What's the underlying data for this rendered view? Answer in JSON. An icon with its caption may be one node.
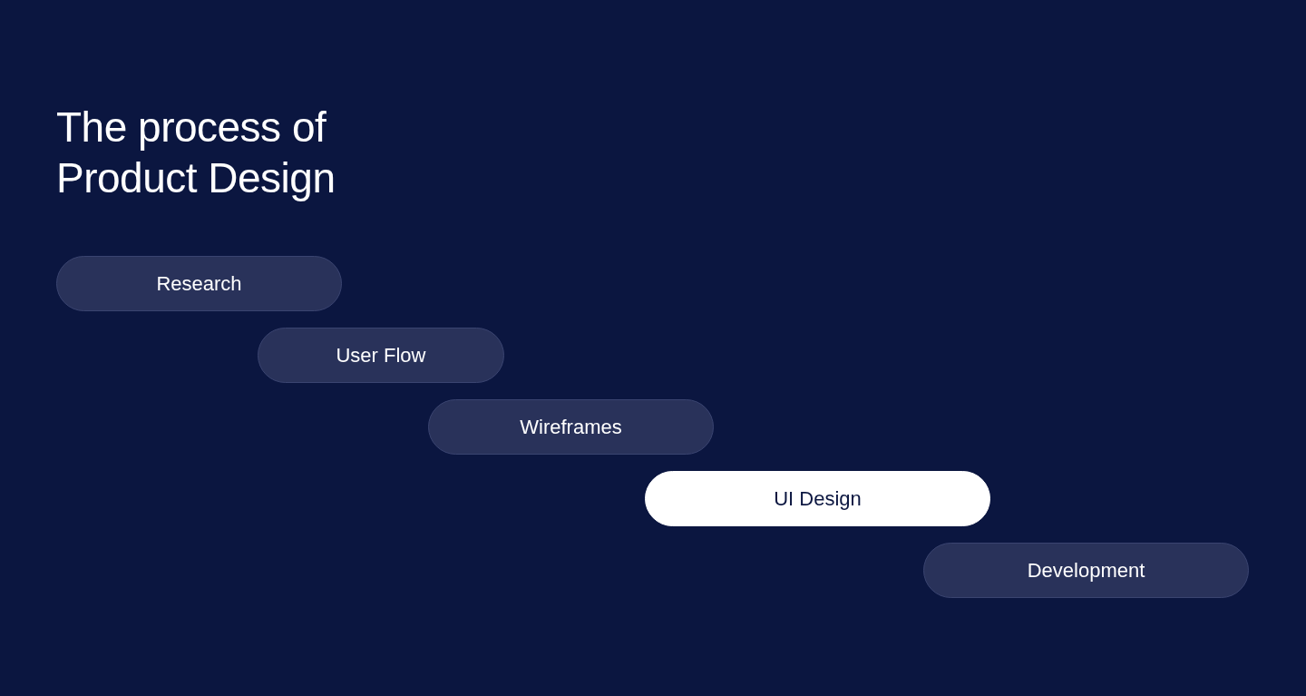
{
  "diagram": {
    "title": "The process of Product Design",
    "nodes": [
      {
        "text": [
          "Research"
        ]
      },
      {
        "text": [
          "User Flow"
        ]
      },
      {
        "text": [
          "Wireframes"
        ]
      },
      {
        "text": [
          "UI Design"
        ]
      },
      {
        "text": [
          "Development"
        ]
      }
    ]
  }
}
